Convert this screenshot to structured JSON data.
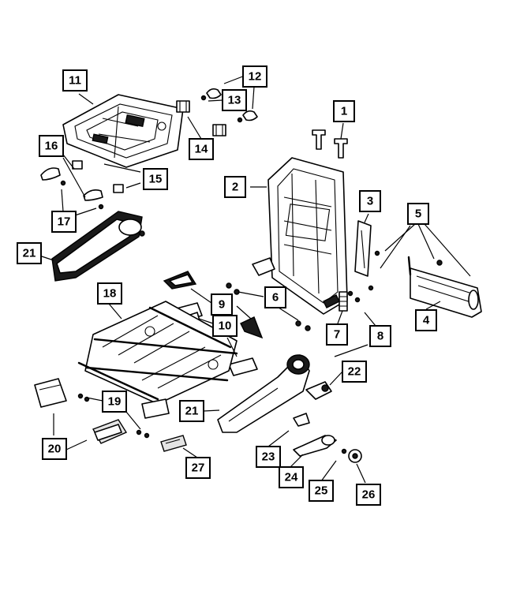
{
  "callouts": [
    {
      "id": "c1",
      "label": "1"
    },
    {
      "id": "c2",
      "label": "2"
    },
    {
      "id": "c3",
      "label": "3"
    },
    {
      "id": "c4",
      "label": "4"
    },
    {
      "id": "c5",
      "label": "5"
    },
    {
      "id": "c6",
      "label": "6"
    },
    {
      "id": "c7",
      "label": "7"
    },
    {
      "id": "c8",
      "label": "8"
    },
    {
      "id": "c9",
      "label": "9"
    },
    {
      "id": "c10",
      "label": "10"
    },
    {
      "id": "c11",
      "label": "11"
    },
    {
      "id": "c12",
      "label": "12"
    },
    {
      "id": "c13",
      "label": "13"
    },
    {
      "id": "c14",
      "label": "14"
    },
    {
      "id": "c15",
      "label": "15"
    },
    {
      "id": "c16",
      "label": "16"
    },
    {
      "id": "c17",
      "label": "17"
    },
    {
      "id": "c18",
      "label": "18"
    },
    {
      "id": "c19",
      "label": "19"
    },
    {
      "id": "c20",
      "label": "20"
    },
    {
      "id": "c21a",
      "label": "21"
    },
    {
      "id": "c21b",
      "label": "21"
    },
    {
      "id": "c22",
      "label": "22"
    },
    {
      "id": "c23",
      "label": "23"
    },
    {
      "id": "c24",
      "label": "24"
    },
    {
      "id": "c25",
      "label": "25"
    },
    {
      "id": "c26",
      "label": "26"
    },
    {
      "id": "c27",
      "label": "27"
    }
  ]
}
